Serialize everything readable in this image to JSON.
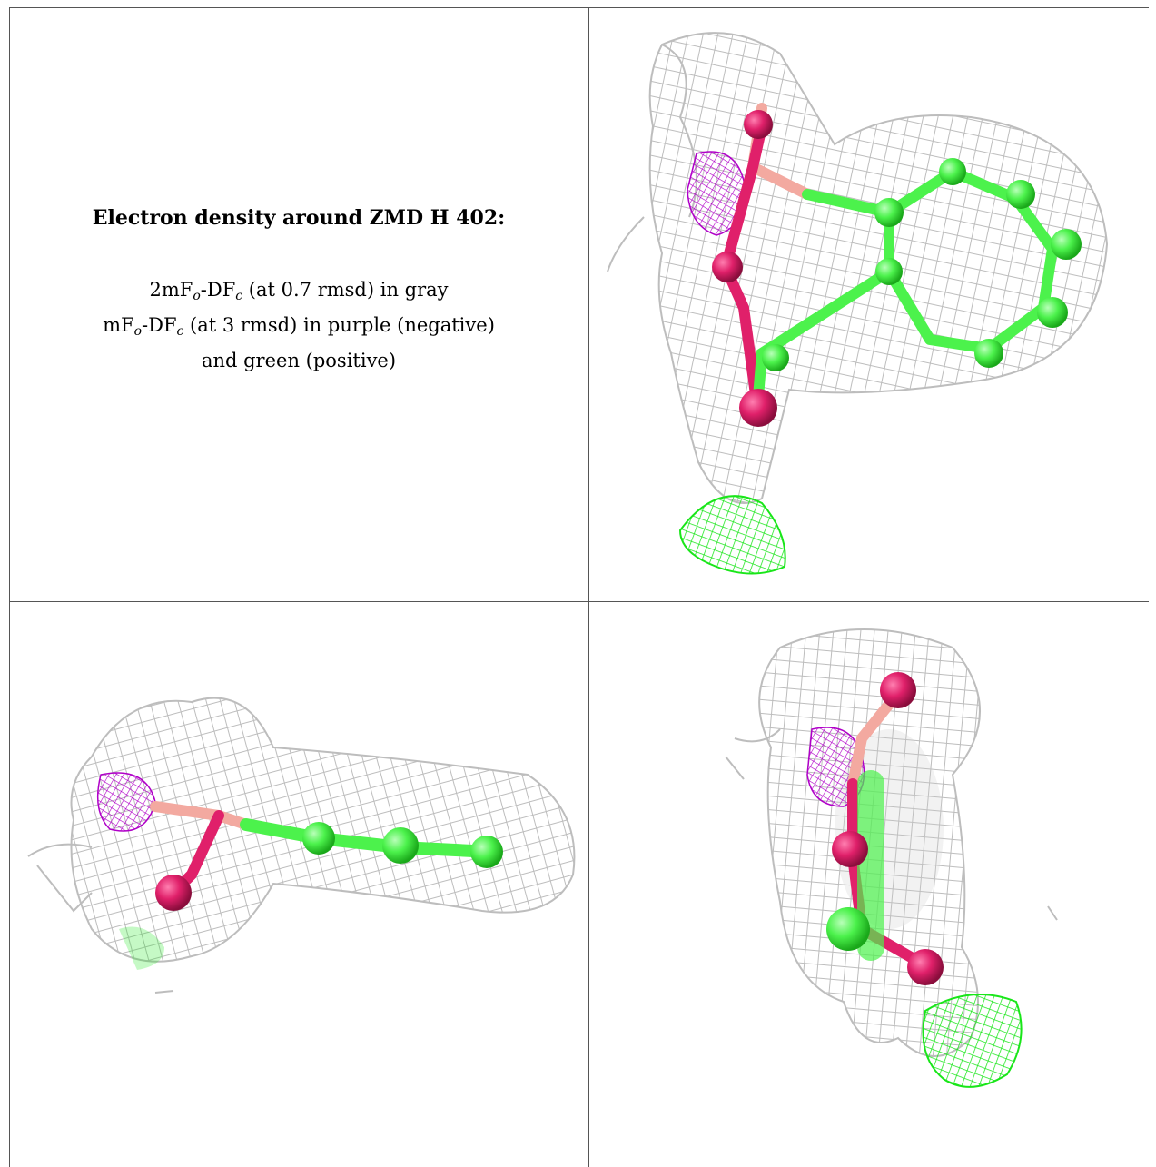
{
  "caption": {
    "title": "Electron density around ZMD H 402:",
    "line1": {
      "pre": "2mF",
      "sub1": "o",
      "mid": "-DF",
      "sub2": "c",
      "post": " (at 0.7 rmsd) in gray"
    },
    "line2": {
      "pre": "mF",
      "sub1": "o",
      "mid": "-DF",
      "sub2": "c",
      "post": " (at 3 rmsd) in purple (negative)"
    },
    "line3": "and green (positive)"
  },
  "colors": {
    "mesh_gray": "#bdbdbd",
    "mesh_purple": "#b000c8",
    "mesh_green": "#19e619",
    "carbon_green": "#4cf24c",
    "oxygen_pink": "#e0206a",
    "bond_salmon": "#f3a9a0"
  }
}
